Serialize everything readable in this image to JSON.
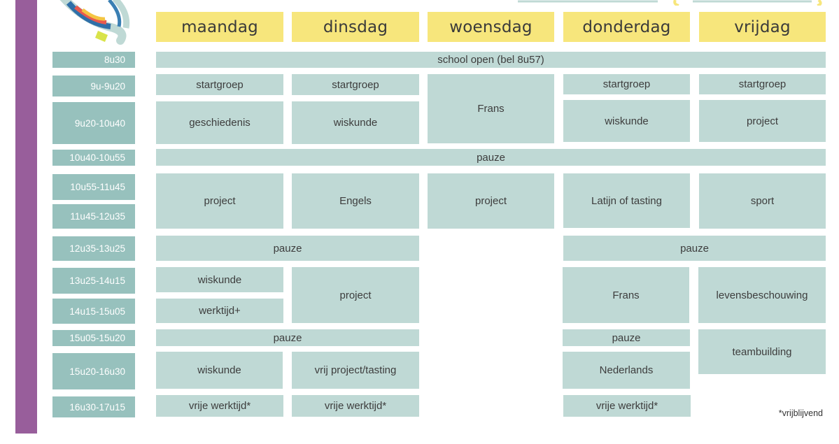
{
  "colors": {
    "sidebar": "#985e9b",
    "day_header": "#f7e67c",
    "time_label": "#97c1bd",
    "cell": "#bfd9d5"
  },
  "days": [
    "maandag",
    "dinsdag",
    "woensdag",
    "donderdag",
    "vrijdag"
  ],
  "times": [
    "8u30",
    "9u-9u20",
    "9u20-10u40",
    "10u40-10u55",
    "10u55-11u45",
    "11u45-12u35",
    "12u35-13u25",
    "13u25-14u15",
    "14u15-15u05",
    "15u05-15u20",
    "15u20-16u30",
    "16u30-17u15"
  ],
  "cells": {
    "school_open": "school open (bel 8u57)",
    "ma_startgroep": "startgroep",
    "di_startgroep": "startgroep",
    "wo_frans": "Frans",
    "do_startgroep": "startgroep",
    "vr_startgroep": "startgroep",
    "ma_geschiedenis": "geschiedenis",
    "di_wiskunde": "wiskunde",
    "do_wiskunde": "wiskunde",
    "vr_project": "project",
    "pauze_1": "pauze",
    "ma_project": "project",
    "di_engels": "Engels",
    "wo_project": "project",
    "do_latijn": "Latijn of tasting",
    "vr_sport": "sport",
    "ma_di_pauze": "pauze",
    "do_vr_pauze": "pauze",
    "ma_wiskunde": "wiskunde",
    "di_project": "project",
    "do_frans": "Frans",
    "vr_levensbeschouwing": "levensbeschouwing",
    "ma_werktijd": "werktijd+",
    "ma_di_pauze_2": "pauze",
    "do_pauze_2": "pauze",
    "vr_teambuilding": "teambuilding",
    "ma_wiskunde_2": "wiskunde",
    "di_vrij_project": "vrij project/tasting",
    "do_nederlands": "Nederlands",
    "ma_vrije_werktijd": "vrije werktijd*",
    "di_vrije_werktijd": "vrije werktijd*",
    "do_vrije_werktijd": "vrije werktijd*"
  },
  "footnote": "*vrijblijvend"
}
